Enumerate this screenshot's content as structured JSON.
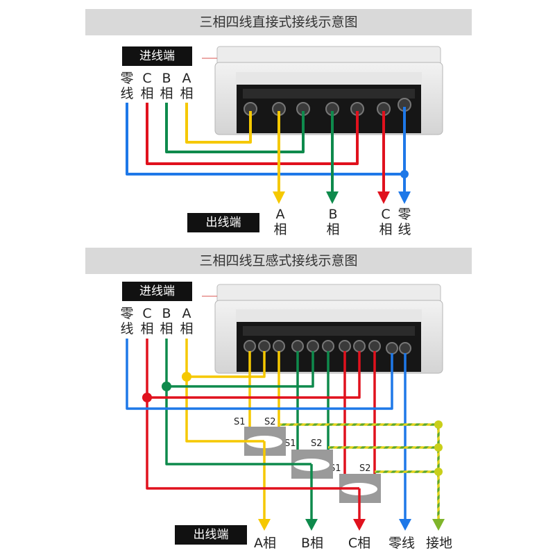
{
  "direct": {
    "title": "三相四线直接式接线示意图",
    "in_tag": "进线端",
    "out_tag": "出线端",
    "in_labels": [
      {
        "top": "零",
        "bottom": "线"
      },
      {
        "top": "C",
        "bottom": "相"
      },
      {
        "top": "B",
        "bottom": "相"
      },
      {
        "top": "A",
        "bottom": "相"
      }
    ],
    "out_labels": [
      {
        "top": "A",
        "bottom": "相"
      },
      {
        "top": "B",
        "bottom": "相"
      },
      {
        "top": "C",
        "bottom": "相"
      },
      {
        "top": "零",
        "bottom": "线"
      }
    ]
  },
  "ct": {
    "title": "三相四线互感式接线示意图",
    "in_tag": "进线端",
    "out_tag": "出线端",
    "in_labels": [
      {
        "top": "零",
        "bottom": "线"
      },
      {
        "top": "C",
        "bottom": "相"
      },
      {
        "top": "B",
        "bottom": "相"
      },
      {
        "top": "A",
        "bottom": "相"
      }
    ],
    "ct_labels": {
      "s1": "S1",
      "s2": "S2"
    },
    "out_labels": [
      "A相",
      "B相",
      "C相",
      "零线",
      "接地"
    ]
  },
  "colors": {
    "phase_a": "#f5c800",
    "phase_b": "#0e8a4c",
    "phase_c": "#e0111d",
    "neutral": "#1e78e8",
    "ground_green": "#5fa82a",
    "ground_yellow": "#e4d21a"
  }
}
